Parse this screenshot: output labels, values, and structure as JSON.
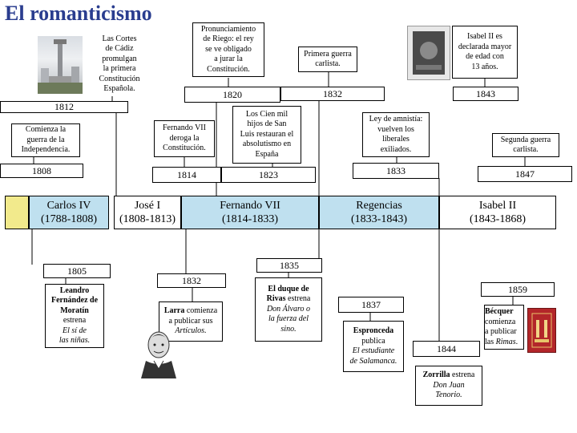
{
  "title": "El romanticismo",
  "top_events": {
    "cadiz": [
      "Las Cortes",
      "de Cádiz",
      "promulgan",
      "la primera",
      "Constitución",
      "Española."
    ],
    "riego": [
      "Pronunciamiento",
      "de Riego: el rey",
      "se ve obligado",
      "a jurar la",
      "Constitución."
    ],
    "carlista1": [
      "Primera guerra",
      "carlista."
    ],
    "isabel_mayor": [
      "Isabel II es",
      "declarada mayor",
      "de edad con",
      "13 años."
    ],
    "guerra_indep": [
      "Comienza la",
      "guerra de la",
      "Independencia."
    ],
    "deroga": [
      "Fernando VII",
      "deroga la",
      "Constitución."
    ],
    "cien_mil": [
      "Los Cien mil",
      "hijos de San",
      "Luis restauran el",
      "absolutismo en",
      "España"
    ],
    "amnistia": [
      "Ley de amnistía:",
      "vuelven los",
      "liberales",
      "exiliados."
    ],
    "carlista2": [
      "Segunda guerra",
      "carlista."
    ]
  },
  "years": {
    "y1812": "1812",
    "y1820": "1820",
    "y1832a": "1832",
    "y1843": "1843",
    "y1808": "1808",
    "y1814": "1814",
    "y1823": "1823",
    "y1833": "1833",
    "y1847": "1847",
    "y1805": "1805",
    "y1832b": "1832",
    "y1835": "1835",
    "y1837": "1837",
    "y1844": "1844",
    "y1859": "1859"
  },
  "periods": [
    {
      "name": "Carlos IV",
      "range": "(1788-1808)"
    },
    {
      "name": "José I",
      "range": "(1808-1813)"
    },
    {
      "name": "Fernando VII",
      "range": "(1814-1833)"
    },
    {
      "name": "Regencias",
      "range": "(1833-1843)"
    },
    {
      "name": "Isabel II",
      "range": "(1843-1868)"
    }
  ],
  "period_colors": {
    "carlos": "#bfe0ef",
    "jose": "#ffffff",
    "fernando": "#bfe0ef",
    "regencias": "#bfe0ef",
    "isabel": "#ffffff",
    "tab": "#f2ea8c"
  },
  "lit": {
    "moratin": {
      "a": "Leandro",
      "b": "Fernández de",
      "c": "Moratín",
      "d": " estrena",
      "e": "El sí de",
      "f": "las niñas."
    },
    "larra": {
      "a": "Larra",
      "b": " comienza",
      "c": "a publicar sus",
      "d": "Artículos."
    },
    "rivas": {
      "a": "El duque de",
      "b": "Rivas",
      "c": " estrena",
      "d": "Don Álvaro o",
      "e": "la fuerza del",
      "f": "sino."
    },
    "espronceda": {
      "a": "Espronceda",
      "b": "publica",
      "c": "El estudiante",
      "d": "de Salamanca."
    },
    "zorrilla": {
      "a": "Zorrilla",
      "b": " estrena",
      "c": "Don Juan",
      "d": "Tenorio."
    },
    "becquer": {
      "a": "Bécquer",
      "b": "comienza",
      "c": "a publicar",
      "d": "las ",
      "e": "Rimas",
      "f": "."
    }
  },
  "icons": {
    "cadiz_img": "cadiz-monument-photo",
    "stamp_img": "isabel-stamp-image",
    "larra_img": "larra-portrait",
    "becquer_img": "rimas-book-cover"
  }
}
